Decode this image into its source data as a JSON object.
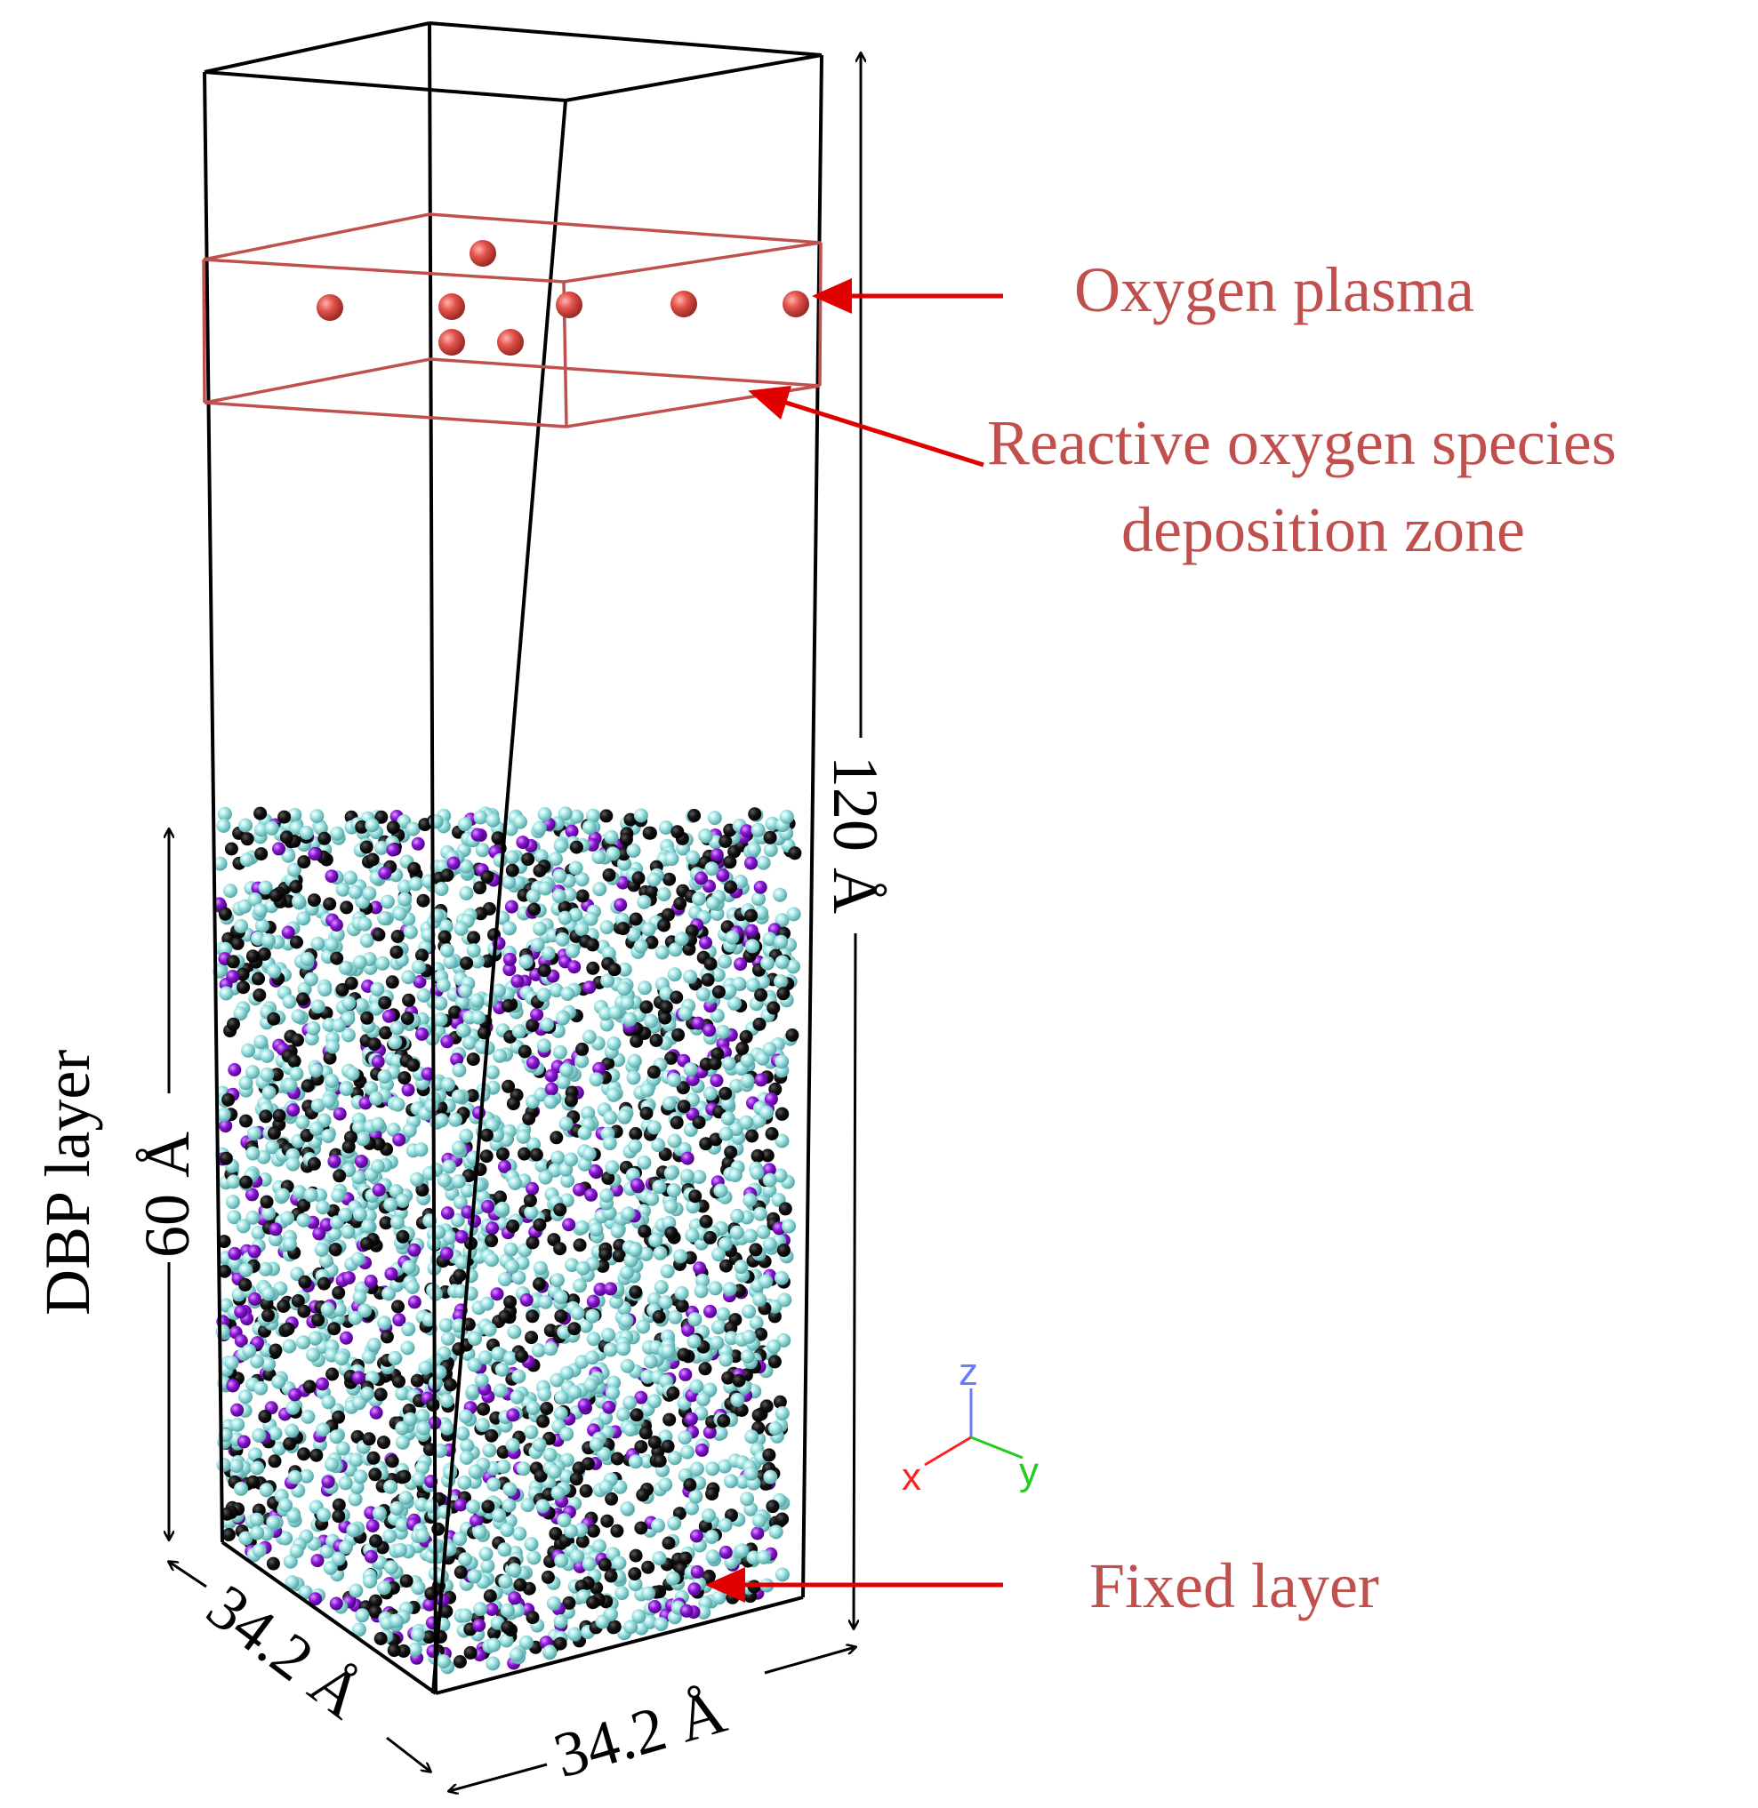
{
  "labels": {
    "oxygen_plasma": "Oxygen plasma",
    "ros_zone_line1": "Reactive oxygen species",
    "ros_zone_line2": "deposition zone",
    "fixed_layer": "Fixed layer",
    "dbp_layer": "DBP layer",
    "height_total": "120 Å",
    "height_dbp": "60 Å",
    "width_left": "34.2 Å",
    "width_right": "34.2 Å"
  },
  "axes": {
    "z": "z",
    "x": "x",
    "y": "y"
  },
  "colors": {
    "box_line": "#000000",
    "zone_line": "#c0504d",
    "oxygen_atom": "#d9534f",
    "arrow": "#e00000",
    "label_red": "#c0504d",
    "atom_cyan": "#9fe3e3",
    "atom_black": "#111111",
    "atom_purple": "#8a14d6",
    "axis_x": "#ff2020",
    "axis_y": "#22cc22",
    "axis_z": "#6b7bff"
  }
}
